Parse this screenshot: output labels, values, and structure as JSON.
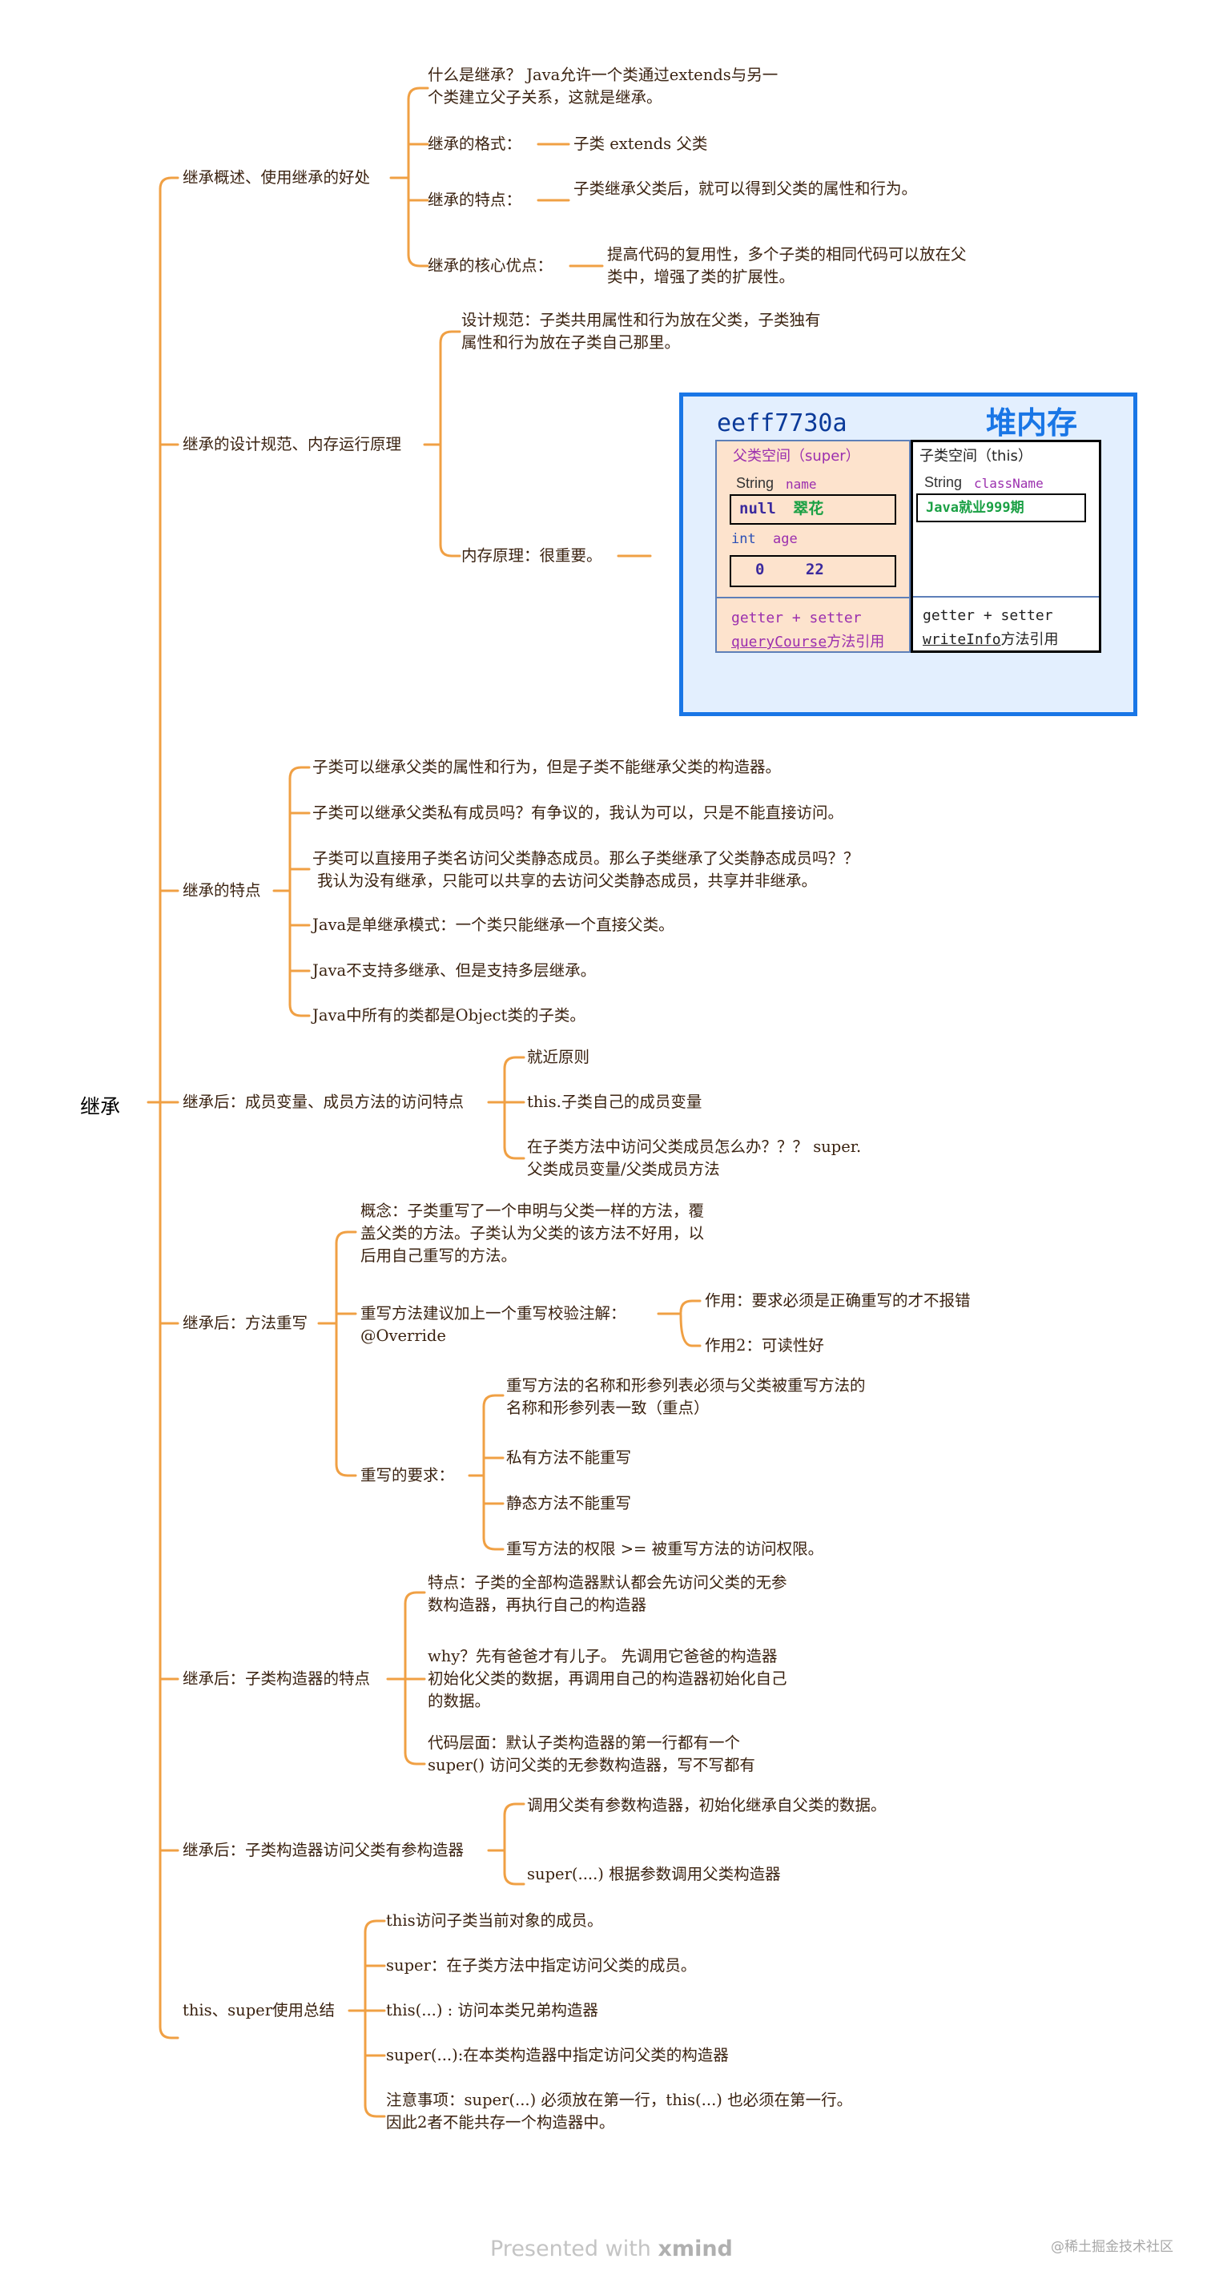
{
  "root": "继承",
  "b1": {
    "label": "继承概述、使用继承的好处",
    "c1": "什么是继承？ Java允许一个类通过extends与另一个类建立父子关系，这就是继承。",
    "c2": "继承的格式：",
    "c2v": "子类 extends 父类",
    "c3": "继承的特点：",
    "c3v": "子类继承父类后，就可以得到父类的属性和行为。",
    "c4": "继承的核心优点：",
    "c4v": "提高代码的复用性，多个子类的相同代码可以放在父类中，增强了类的扩展性。"
  },
  "b2": {
    "label": "继承的设计规范、内存运行原理",
    "c1": "设计规范：子类共用属性和行为放在父类，子类独有属性和行为放在子类自己那里。",
    "c2": "内存原理：很重要。"
  },
  "heap": {
    "address": "eeff7730a",
    "title": "堆内存",
    "super_label": "父类空间（super）",
    "this_label": "子类空间（this）",
    "name_type": "String",
    "name_field": "name",
    "name_value1": "null",
    "name_value2": "翠花",
    "age_type": "int",
    "age_field": "age",
    "age_value1": "0",
    "age_value2": "22",
    "class_type": "String",
    "class_field": "className",
    "class_value": "Java就业999期",
    "super_methods1": "getter + setter",
    "super_methods2a": "queryCourse",
    "super_methods2b": "方法引用",
    "this_methods1": "getter + setter",
    "this_methods2a": "writeInfo",
    "this_methods2b": "方法引用"
  },
  "b3": {
    "label": "继承的特点",
    "c1": "子类可以继承父类的属性和行为，但是子类不能继承父类的构造器。",
    "c2": "子类可以继承父类私有成员吗？有争议的，我认为可以，只是不能直接访问。",
    "c3a": "子类可以直接用子类名访问父类静态成员。那么子类继承了父类静态成员吗？？",
    "c3b": "我认为没有继承，只能可以共享的去访问父类静态成员，共享并非继承。",
    "c4": "Java是单继承模式：一个类只能继承一个直接父类。",
    "c5": "Java不支持多继承、但是支持多层继承。",
    "c6": "Java中所有的类都是Object类的子类。"
  },
  "b4": {
    "label": "继承后：成员变量、成员方法的访问特点",
    "c1": "就近原则",
    "c2": "this.子类自己的成员变量",
    "c3a": "在子类方法中访问父类成员怎么办？？？ super.",
    "c3b": "父类成员变量/父类成员方法"
  },
  "b5": {
    "label": "继承后：方法重写",
    "c1": "概念：子类重写了一个申明与父类一样的方法，覆盖父类的方法。子类认为父类的该方法不好用，以后用自己重写的方法。",
    "c2": "重写方法建议加上一个重写校验注解：@Override",
    "c2a": "作用：要求必须是正确重写的才不报错",
    "c2b": "作用2：可读性好",
    "c3": "重写的要求：",
    "c3a": "重写方法的名称和形参列表必须与父类被重写方法的名称和形参列表一致（重点）",
    "c3b": "私有方法不能重写",
    "c3c": "静态方法不能重写",
    "c3d": "重写方法的权限 >= 被重写方法的访问权限。"
  },
  "b6": {
    "label": "继承后：子类构造器的特点",
    "c1": "特点：子类的全部构造器默认都会先访问父类的无参数构造器，再执行自己的构造器",
    "c2": "why？先有爸爸才有儿子。 先调用它爸爸的构造器初始化父类的数据，再调用自己的构造器初始化自己的数据。",
    "c3": "代码层面：默认子类构造器的第一行都有一个super() 访问父类的无参数构造器，写不写都有"
  },
  "b7": {
    "label": "继承后：子类构造器访问父类有参构造器",
    "c1": "调用父类有参数构造器，初始化继承自父类的数据。",
    "c2": "super(....) 根据参数调用父类构造器"
  },
  "b8": {
    "label": "this、super使用总结",
    "c1": "this访问子类当前对象的成员。",
    "c2": "super：在子类方法中指定访问父类的成员。",
    "c3": "this(...) : 访问本类兄弟构造器",
    "c4": "super(...):在本类构造器中指定访问父类的构造器",
    "c5a": "注意事项：super(...) 必须放在第一行，this(...) 也必须在第一行。",
    "c5b": "因此2者不能共存一个构造器中。"
  },
  "footer": {
    "presented": "Presented with",
    "brand": "xmind"
  },
  "watermark": "@稀土掘金技术社区",
  "colors": {
    "branch": "#f0a044",
    "text": "#3a2210",
    "heap_border": "#1976e6",
    "heap_bg": "#e3effe"
  }
}
